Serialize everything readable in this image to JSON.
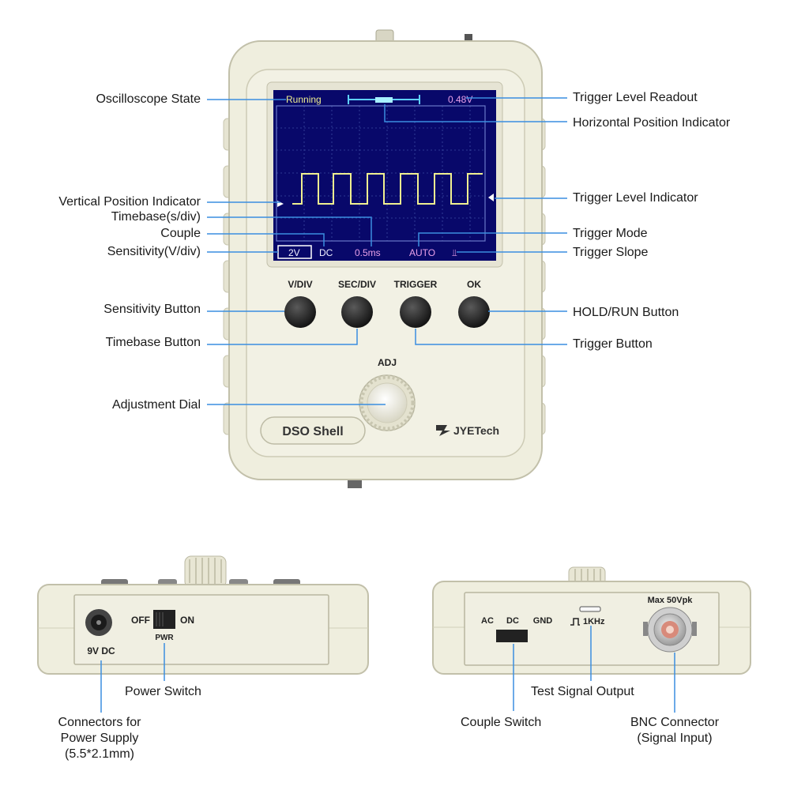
{
  "screen": {
    "state": "Running",
    "trigger_level": "0.48V",
    "sensitivity": "2V",
    "couple": "DC",
    "timebase": "0.5ms",
    "trigger_mode": "AUTO",
    "trigger_slope": "⫫"
  },
  "buttons": {
    "vdiv": "V/DIV",
    "secdiv": "SEC/DIV",
    "trigger": "TRIGGER",
    "ok": "OK",
    "adj": "ADJ"
  },
  "branding": {
    "model": "DSO Shell",
    "brand": "JYETech"
  },
  "side_panel_left": {
    "off": "OFF",
    "on": "ON",
    "pwr": "PWR",
    "dc_jack": "9V  DC"
  },
  "side_panel_right": {
    "ac": "AC",
    "dc": "DC",
    "gnd": "GND",
    "test_signal": "1KHz",
    "max_voltage": "Max 50Vpk"
  },
  "callouts": {
    "oscilloscope_state": "Oscilloscope State",
    "vertical_position": "Vertical Position Indicator",
    "timebase_sdiv": "Timebase(s/div)",
    "couple": "Couple",
    "sensitivity_vdiv": "Sensitivity(V/div)",
    "sensitivity_button": "Sensitivity Button",
    "timebase_button": "Timebase Button",
    "adjustment_dial": "Adjustment Dial",
    "trigger_level_readout": "Trigger Level Readout",
    "horizontal_position": "Horizontal Position Indicator",
    "trigger_level_indicator": "Trigger Level Indicator",
    "trigger_mode": "Trigger Mode",
    "trigger_slope": "Trigger Slope",
    "hold_run_button": "HOLD/RUN Button",
    "trigger_button": "Trigger Button",
    "power_switch": "Power Switch",
    "power_supply_1": "Connectors for",
    "power_supply_2": "Power Supply",
    "power_supply_3": "(5.5*2.1mm)",
    "test_signal_output": "Test Signal Output",
    "couple_switch": "Couple Switch",
    "bnc_1": "BNC Connector",
    "bnc_2": "(Signal Input)"
  },
  "colors": {
    "case": "#efeede",
    "screen_bg": "#08086a",
    "trace": "#f0f090",
    "screen_text": "#e8a0e8",
    "leader_line": "#3a8ee0"
  }
}
